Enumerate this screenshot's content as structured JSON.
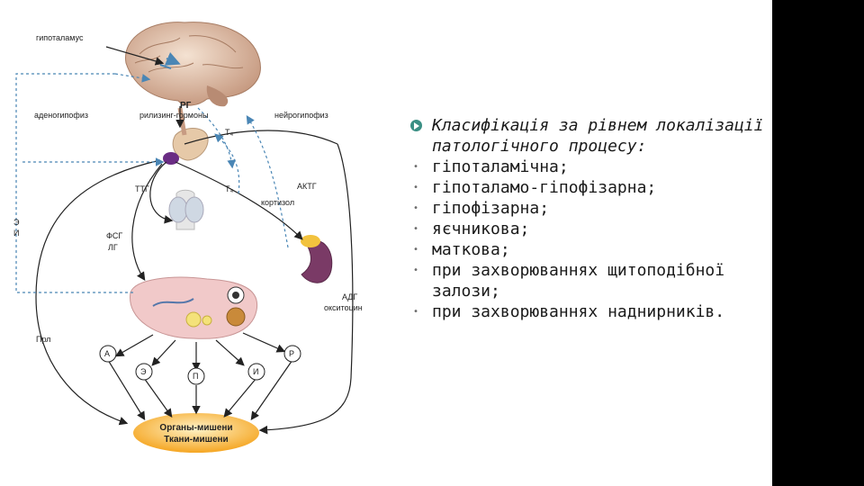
{
  "diagram": {
    "labels": {
      "hypothalamus": "гипоталамус",
      "rg": "РГ",
      "releasing": "рилизинг-гормоны",
      "adenohypophysis": "аденогипофиз",
      "neurohypophysis": "нейрогипофиз",
      "t4_top": "Т₄",
      "t4_bottom": "Т₄",
      "ttg": "ТТГ",
      "actg": "АКТГ",
      "cortisol": "кортизол",
      "e": "Э",
      "i": "И",
      "fsg": "ФСГ",
      "lg": "ЛГ",
      "adg": "АДГ",
      "oxytocin": "окситоцин",
      "prl": "Прл",
      "circle_a": "А",
      "circle_r": "Р",
      "circle_e": "Э",
      "circle_p": "П",
      "circle_i": "И",
      "targets_1": "Органы-мишени",
      "targets_2": "Ткани-мишени"
    }
  },
  "content": {
    "main_item": "Класифікація за рівнем локалізації патологічного процесу:",
    "items": [
      "гіпоталамічна;",
      "гіпоталамо-гіпофізарна;",
      "гіпофізарна;",
      "яєчникова;",
      "маткова;",
      "при захворюваннях щитоподібної залози;",
      "при захворюваннях наднирників."
    ]
  },
  "colors": {
    "accent": "#3a8f84",
    "side_bar": "#000000",
    "targets": "#f5a623",
    "dotted_arrow": "#4a86b5"
  }
}
